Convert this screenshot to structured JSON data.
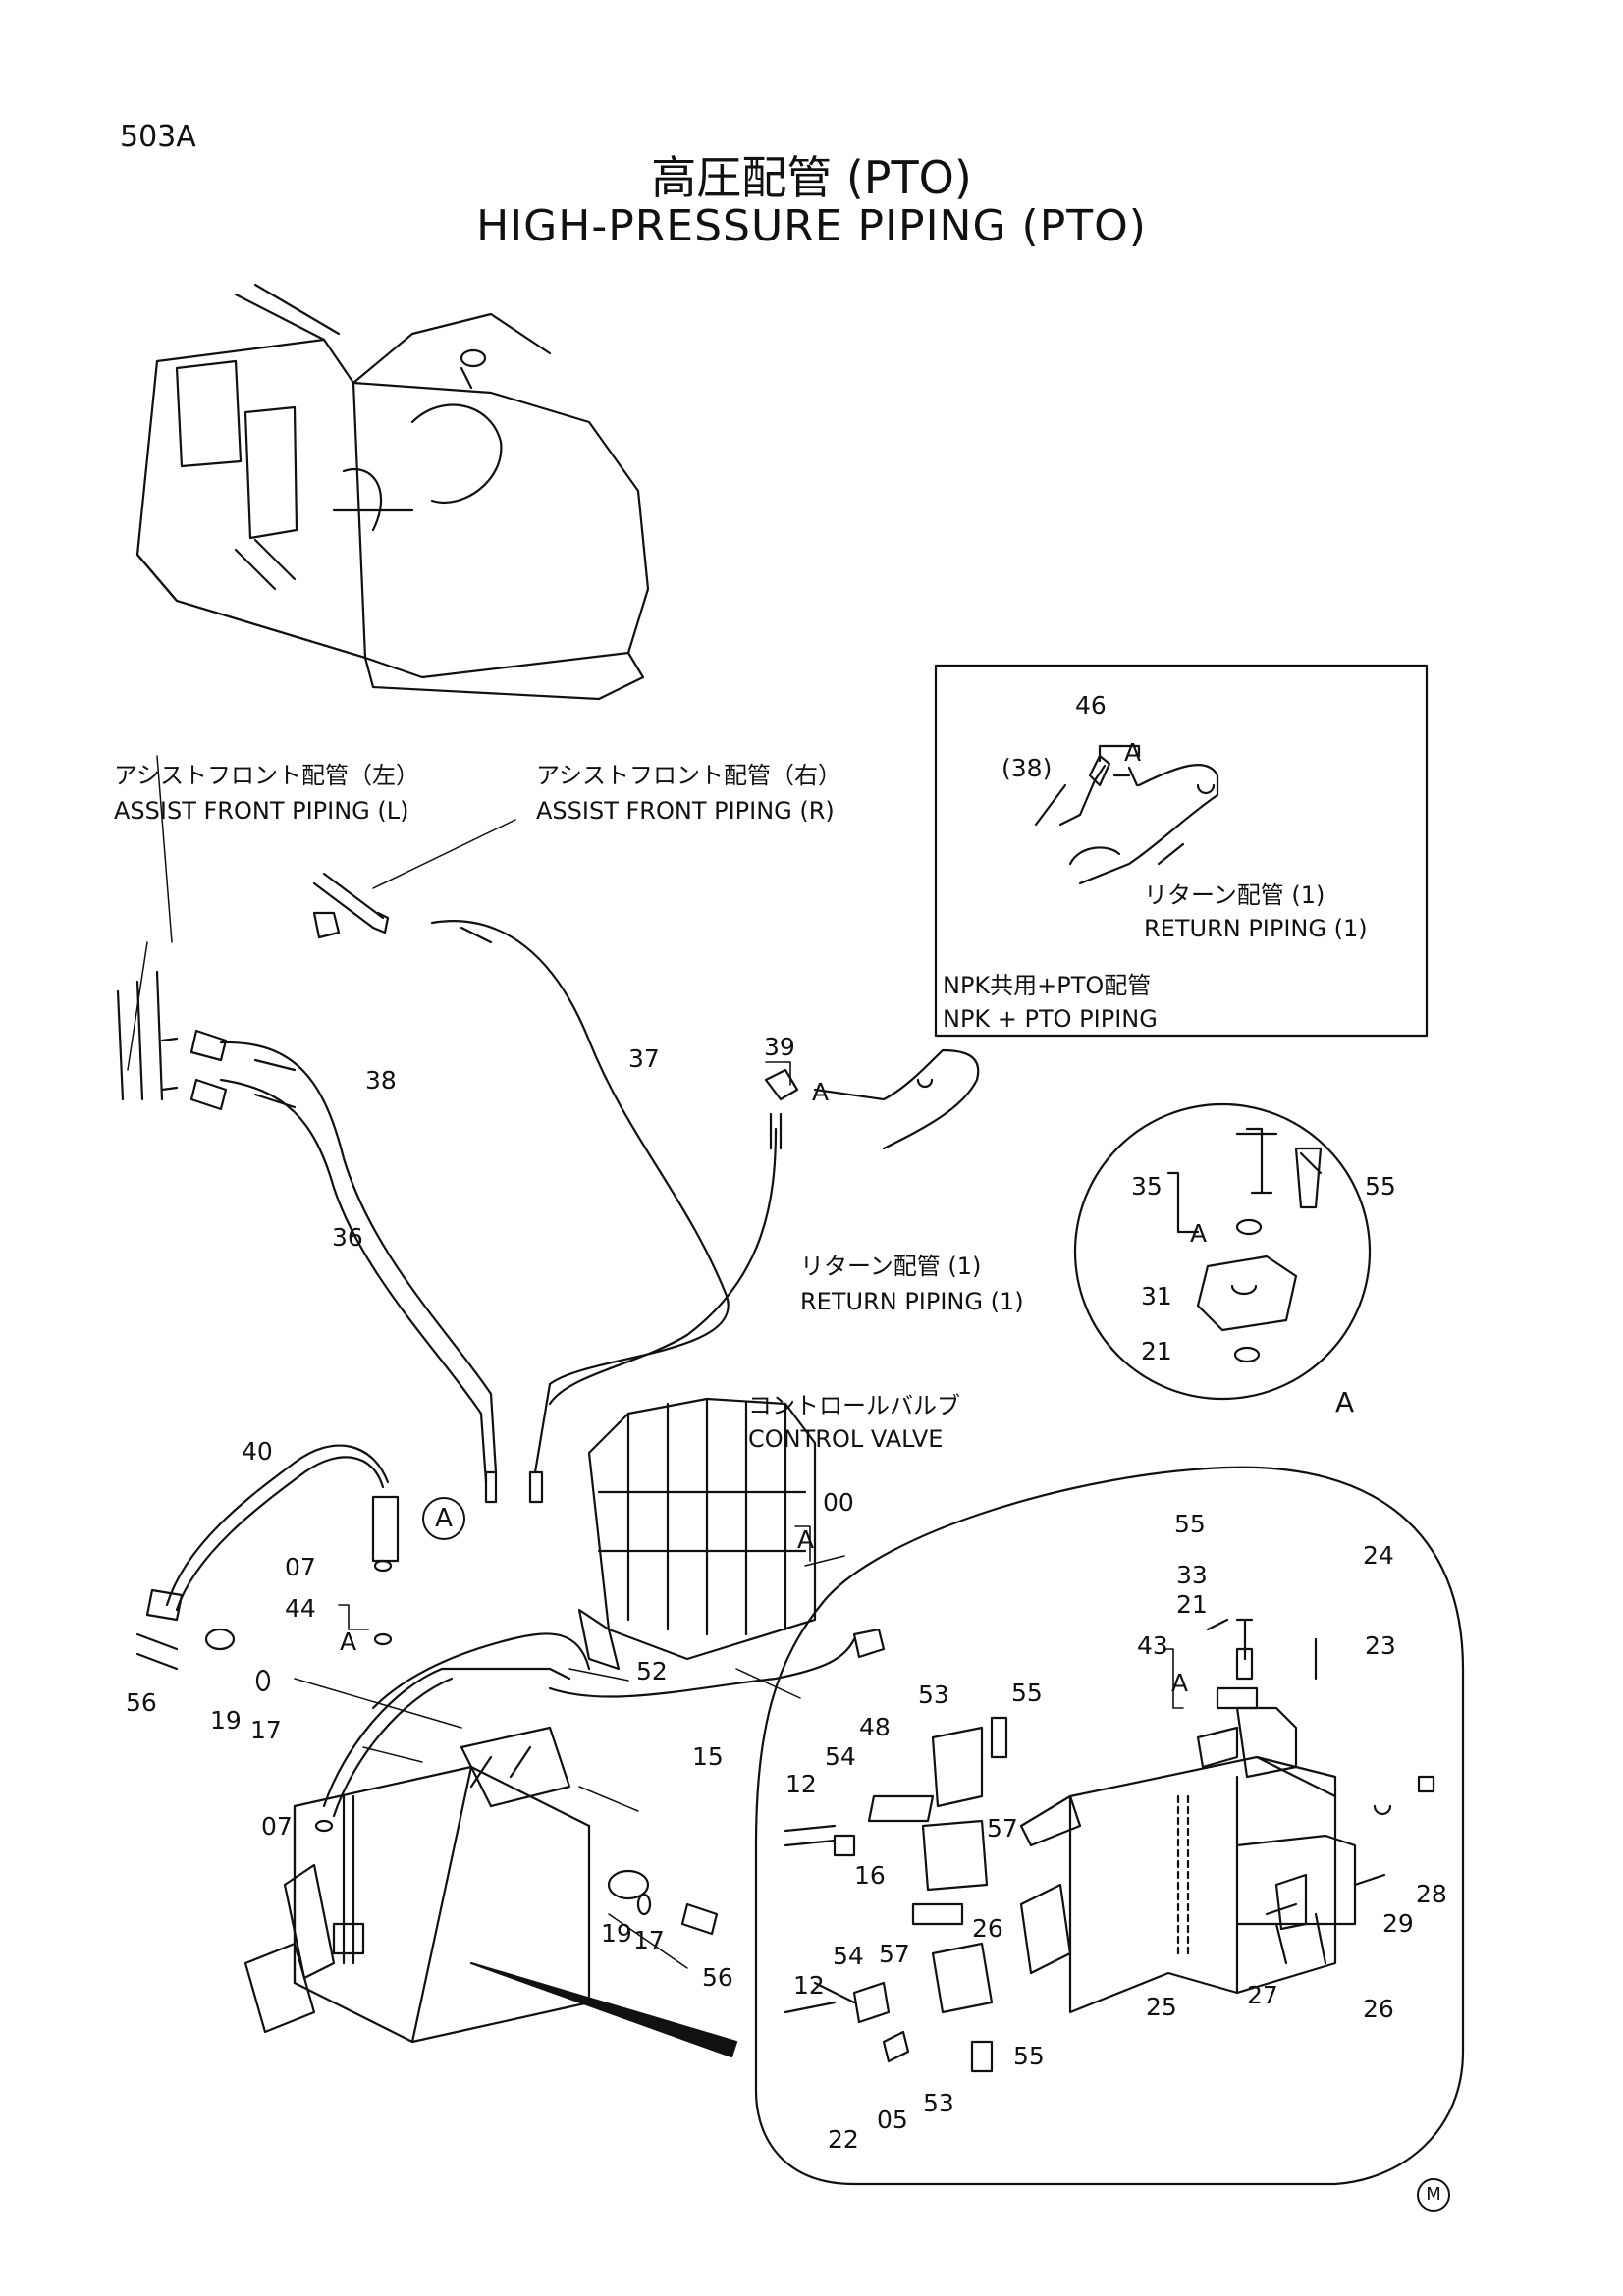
{
  "header": {
    "page_id": "503A",
    "title_jp": "高圧配管 (PTO)",
    "title_en": "HIGH-PRESSURE PIPING (PTO)"
  },
  "labels": {
    "assist_l_jp": "アシストフロント配管（左）",
    "assist_l_en": "ASSIST FRONT PIPING (L)",
    "assist_r_jp": "アシストフロント配管（右）",
    "assist_r_en": "ASSIST FRONT PIPING (R)",
    "return_jp": "リターン配管 (1)",
    "return_en": "RETURN PIPING (1)",
    "inset_return_jp": "リターン配管 (1)",
    "inset_return_en": "RETURN PIPING (1)",
    "npk_jp": "NPK共用+PTO配管",
    "npk_en": "NPK + PTO PIPING",
    "control_valve_jp": "コントロールバルブ",
    "control_valve_en": "CONTROL VALVE",
    "detail_a": "A",
    "callout_a": "A",
    "manufacturer_mark": "M"
  },
  "part_numbers": {
    "p46": "46",
    "p38_paren": "(38)",
    "p46_a": "A",
    "p39": "39",
    "p39_a": "A",
    "p37": "37",
    "p38": "38",
    "p36": "36",
    "p35": "35",
    "p55_a": "55",
    "p35_a": "A",
    "p31": "31",
    "p21_a": "21",
    "p40": "40",
    "p07_a": "07",
    "p44": "44",
    "p44_a": "A",
    "p56_a": "56",
    "p19_a": "19",
    "p17_a": "17",
    "p00": "00",
    "p00_a": "A",
    "p52": "52",
    "p15": "15",
    "p07_b": "07",
    "p19_b": "19",
    "p17_b": "17",
    "p56_b": "56",
    "p55_b": "55",
    "p24": "24",
    "p33": "33",
    "p21_b": "21",
    "p23": "23",
    "p43": "43",
    "p43_a": "A",
    "p53_a": "53",
    "p55_c": "55",
    "p48": "48",
    "p54_a": "54",
    "p12_a": "12",
    "p57_a": "57",
    "p16": "16",
    "p26_a": "26",
    "p57_b": "57",
    "p54_b": "54",
    "p12_b": "12",
    "p55_d": "55",
    "p22": "22",
    "p05": "05",
    "p53_b": "53",
    "p25": "25",
    "p27": "27",
    "p26_b": "26",
    "p29": "29",
    "p28": "28"
  }
}
